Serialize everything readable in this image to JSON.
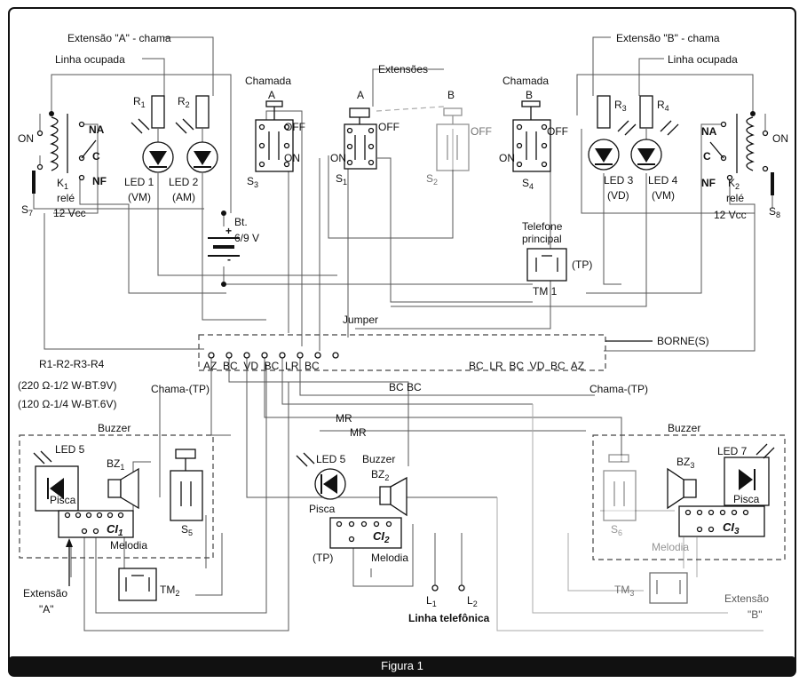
{
  "caption": "Figura 1",
  "labels": {
    "ext_a_chama": "Extensão \"A\" - chama",
    "linha_ocupada_a": "Linha ocupada",
    "chamada_a": "Chamada",
    "a_top": "A",
    "extensoes": "Extensões",
    "ext_a": "A",
    "ext_b": "B",
    "chamada_b": "Chamada",
    "b_top": "B",
    "ext_b_chama": "Extensão \"B\" - chama",
    "linha_ocupada_b": "Linha ocupada",
    "on_left": "ON",
    "na_left": "NA",
    "c_left": "C",
    "nf_left": "NF",
    "k1": "K",
    "k1_sub": "1",
    "rele1": "relé",
    "vcc1": "12 Vcc",
    "s7": "S",
    "s7_sub": "7",
    "r1": "R",
    "r1_sub": "1",
    "r2": "R",
    "r2_sub": "2",
    "led1": "LED 1",
    "led1_c": "(VM)",
    "led2": "LED 2",
    "led2_c": "(AM)",
    "off_s3": "OFF",
    "on_s3": "ON",
    "s3": "S",
    "s3_sub": "3",
    "off_s1": "OFF",
    "on_s1": "ON",
    "s1": "S",
    "s1_sub": "1",
    "off_s2": "OFF",
    "s2": "S",
    "s2_sub": "2",
    "off_s4": "OFF",
    "on_s4": "ON",
    "s4": "S",
    "s4_sub": "4",
    "r3": "R",
    "r3_sub": "3",
    "r4": "R",
    "r4_sub": "4",
    "led3": "LED 3",
    "led3_c": "(VD)",
    "led4": "LED 4",
    "led4_c": "(VM)",
    "na_right": "NA",
    "c_right": "C",
    "nf_right": "NF",
    "on_right": "ON",
    "k2": "K",
    "k2_sub": "2",
    "rele2": "relé",
    "vcc2": "12 Vcc",
    "s8": "S",
    "s8_sub": "8",
    "bt": "Bt.",
    "bt_v": "6/9 V",
    "plus": "+",
    "minus": "-",
    "telefone": "Telefone",
    "principal": "principal",
    "tp": "(TP)",
    "tm1": "TM 1",
    "jumper": "Jumper",
    "borne": "BORNE(S)",
    "borne_left": "AZ  BC  VD  BC  LR  BC",
    "borne_right": "BC  LR  BC  VD  BC  AZ",
    "resistors": "R1-R2-R3-R4",
    "res_9v": "(220 Ω-1/2 W-BT.9V)",
    "res_6v": "(120 Ω-1/4 W-BT.6V)",
    "bc_bc": "BC BC",
    "chama_tp_left": "Chama-(TP)",
    "chama_tp_right": "Chama-(TP)",
    "buzzer_left": "Buzzer",
    "mr1": "MR",
    "mr2": "MR",
    "buzzer_right": "Buzzer",
    "led5_left": "LED 5",
    "bz1": "BZ",
    "bz1_sub": "1",
    "pisca_left": "Pisca",
    "ci1": "CI",
    "ci1_sub": "1",
    "melodia_left": "Melodia",
    "s5": "S",
    "s5_sub": "5",
    "led5_mid": "LED 5",
    "buzzer_mid": "Buzzer",
    "bz2": "BZ",
    "bz2_sub": "2",
    "pisca_mid": "Pisca",
    "ci2": "CI",
    "ci2_sub": "2",
    "tp_mid": "(TP)",
    "melodia_mid": "Melodia",
    "bz3": "BZ",
    "bz3_sub": "3",
    "led7": "LED 7",
    "pisca_right": "Pisca",
    "ci3": "CI",
    "ci3_sub": "3",
    "s6": "S",
    "s6_sub": "6",
    "melodia_right": "Melodia",
    "ext_a_bottom": "Extensão",
    "ext_a_bottom2": "\"A\"",
    "tm2": "TM",
    "tm2_sub": "2",
    "l1": "L",
    "l1_sub": "1",
    "l2": "L",
    "l2_sub": "2",
    "linha_tel": "Linha telefônica",
    "tm3": "TM",
    "tm3_sub": "3",
    "ext_b_bottom": "Extensão",
    "ext_b_bottom2": "\"B\""
  }
}
